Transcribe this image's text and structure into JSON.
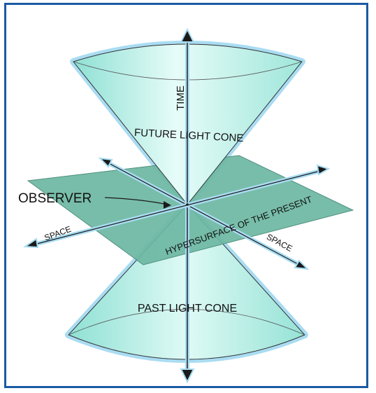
{
  "labels": {
    "time": "TIME",
    "future_cone": "FUTURE LIGHT CONE",
    "observer": "OBSERVER",
    "hypersurface": "HYPERSURFACE OF THE PRESENT",
    "space_left": "SPACE",
    "space_right": "SPACE",
    "past_cone": "PAST LIGHT CONE"
  },
  "colors": {
    "frame_border": "#1a5aa3",
    "cone_fill": "#bff5ec",
    "cone_rim": "#d8fbf5",
    "cone_halo": "#a9dcf2",
    "plane_fill": "#6db7a2",
    "axis": "#1a1a1a",
    "arrow_halo": "#a9dcf2"
  }
}
